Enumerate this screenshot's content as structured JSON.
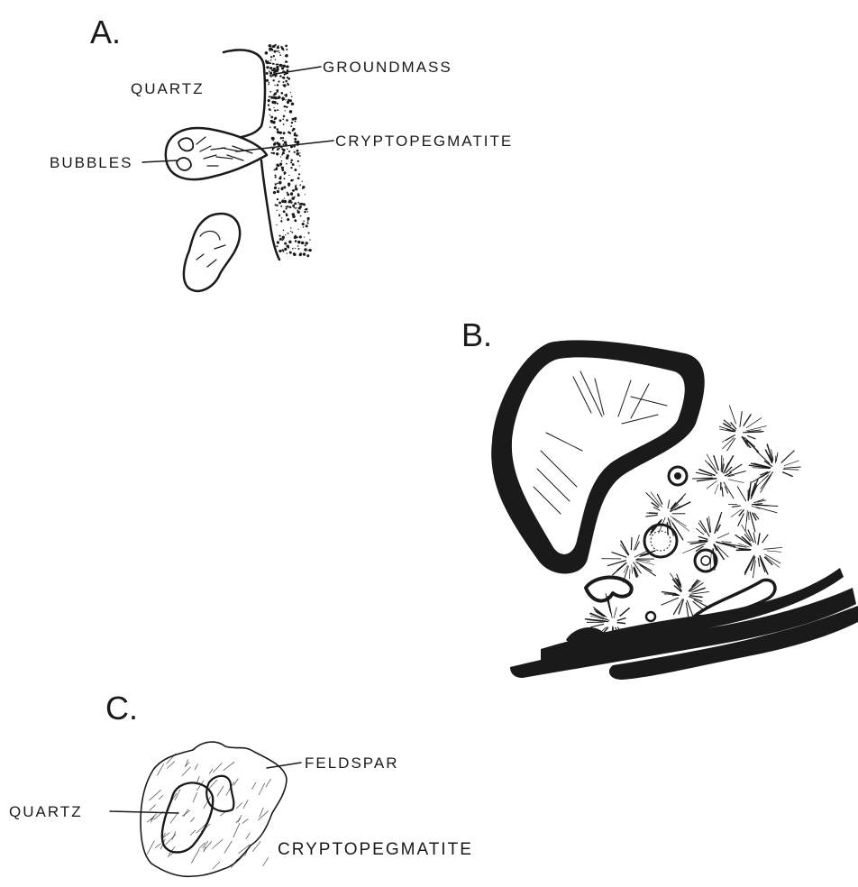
{
  "panels": {
    "a": {
      "letter": "A.",
      "labels": {
        "quartz": "QUARTZ",
        "groundmass": "GROUNDMASS",
        "cryptopegmatite": "CRYPTOPEGMATITE",
        "bubbles": "BUBBLES"
      }
    },
    "b": {
      "letter": "B."
    },
    "c": {
      "letter": "C.",
      "labels": {
        "feldspar": "FELDSPAR",
        "quartz": "QUARTZ",
        "cryptopegmatite": "CRYPTOPEGMATITE"
      }
    }
  },
  "colors": {
    "ink": "#1a1a1a",
    "paper": "#ffffff"
  }
}
